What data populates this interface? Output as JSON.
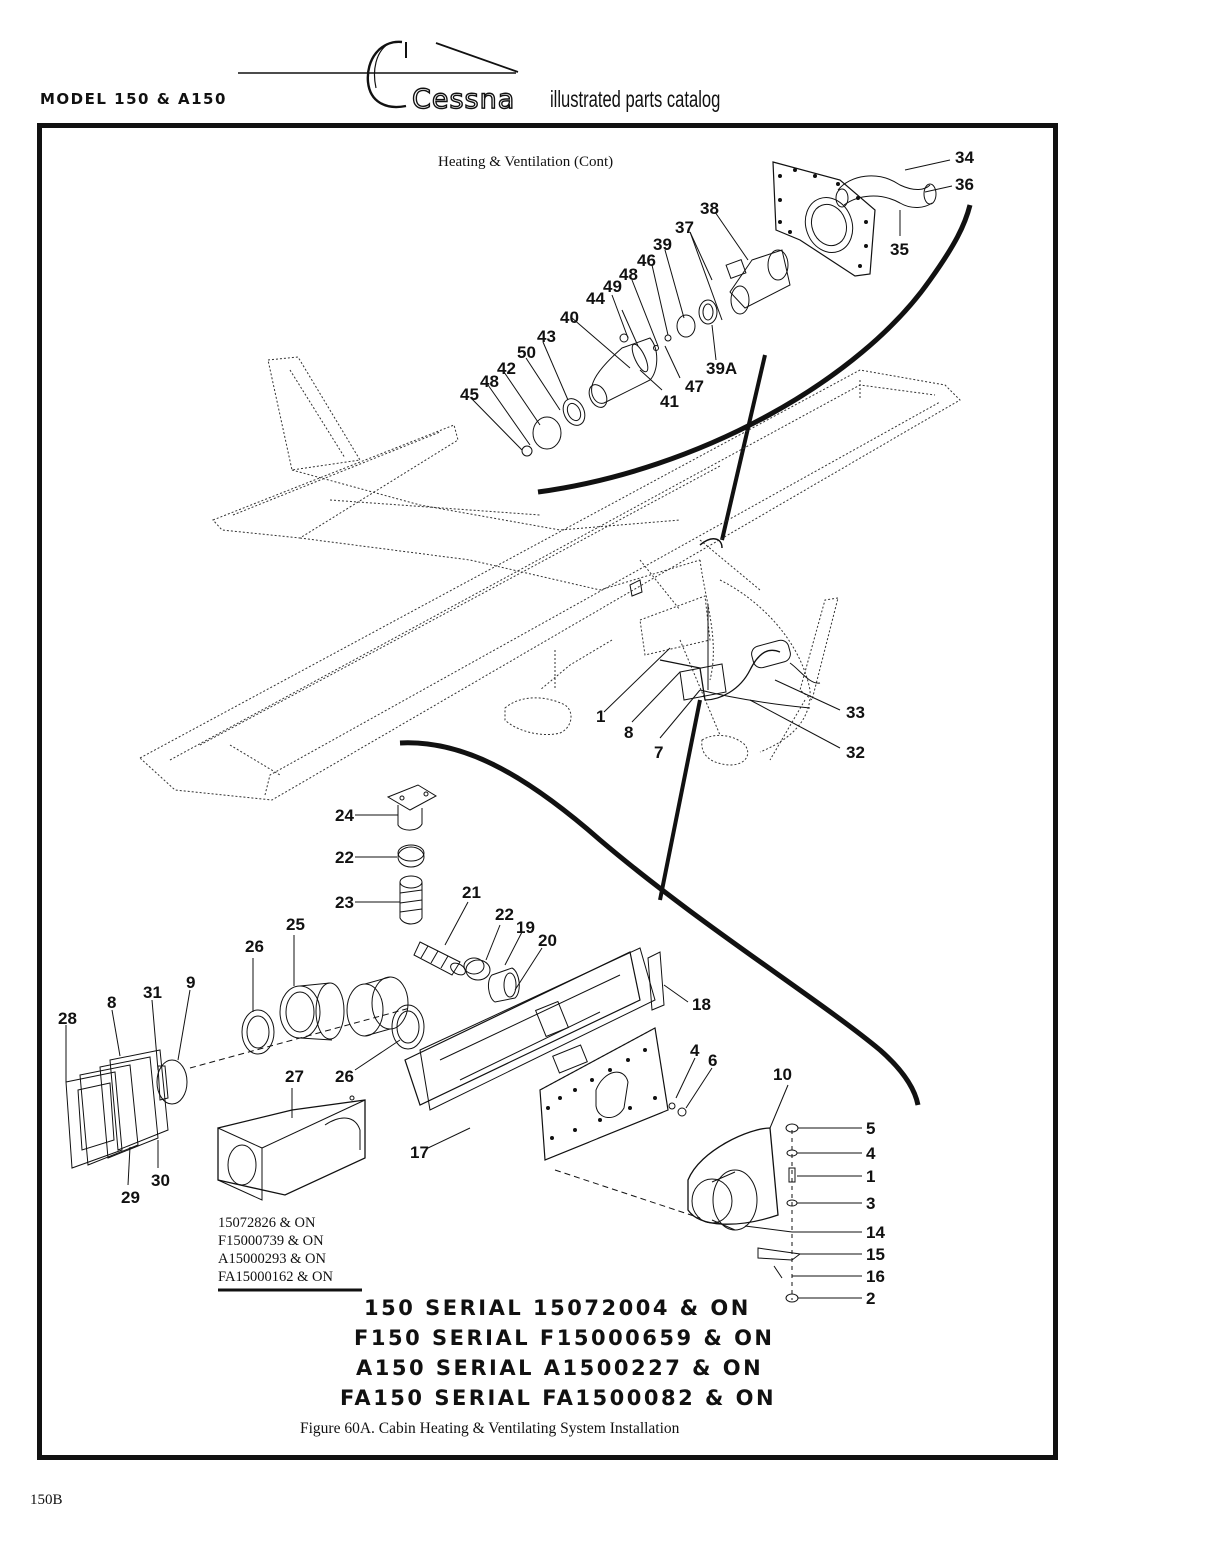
{
  "header": {
    "model": "MODEL 150 & A150",
    "brand": "Cessna",
    "catalog_title": "illustrated parts catalog"
  },
  "figure": {
    "subtitle": "Heating & Ventilation (Cont)",
    "caption": "Figure 60A.  Cabin Heating & Ventilating System Installation",
    "effectivity_note": [
      "15072826 & ON",
      "F15000739 & ON",
      "A15000293 & ON",
      "FA15000162 & ON"
    ],
    "serial_lines": [
      "150 SERIAL 15072004 & ON",
      "F150 SERIAL F15000659 & ON",
      "A150 SERIAL A1500227 & ON",
      "FA150 SERIAL FA1500082 & ON"
    ],
    "callouts": {
      "c34": "34",
      "c36": "36",
      "c35": "35",
      "c38": "38",
      "c37": "37",
      "c39": "39",
      "c46": "46",
      "c48a": "48",
      "c49": "49",
      "c44": "44",
      "c40": "40",
      "c43": "43",
      "c50": "50",
      "c42": "42",
      "c48b": "48",
      "c45": "45",
      "c41": "41",
      "c47": "47",
      "c39A": "39A",
      "c1a": "1",
      "c8a": "8",
      "c7": "7",
      "c33": "33",
      "c32": "32",
      "c24": "24",
      "c22a": "22",
      "c23": "23",
      "c21": "21",
      "c22b": "22",
      "c19": "19",
      "c20": "20",
      "c25": "25",
      "c26a": "26",
      "c18": "18",
      "c9": "9",
      "c31": "31",
      "c8b": "8",
      "c28": "28",
      "c27": "27",
      "c26b": "26",
      "c4a": "4",
      "c6": "6",
      "c10": "10",
      "c17": "17",
      "c30": "30",
      "c29": "29",
      "c5": "5",
      "c4b": "4",
      "c1b": "1",
      "c3": "3",
      "c14": "14",
      "c15": "15",
      "c16": "16",
      "c2": "2"
    }
  },
  "footer": {
    "page_number": "150B"
  }
}
